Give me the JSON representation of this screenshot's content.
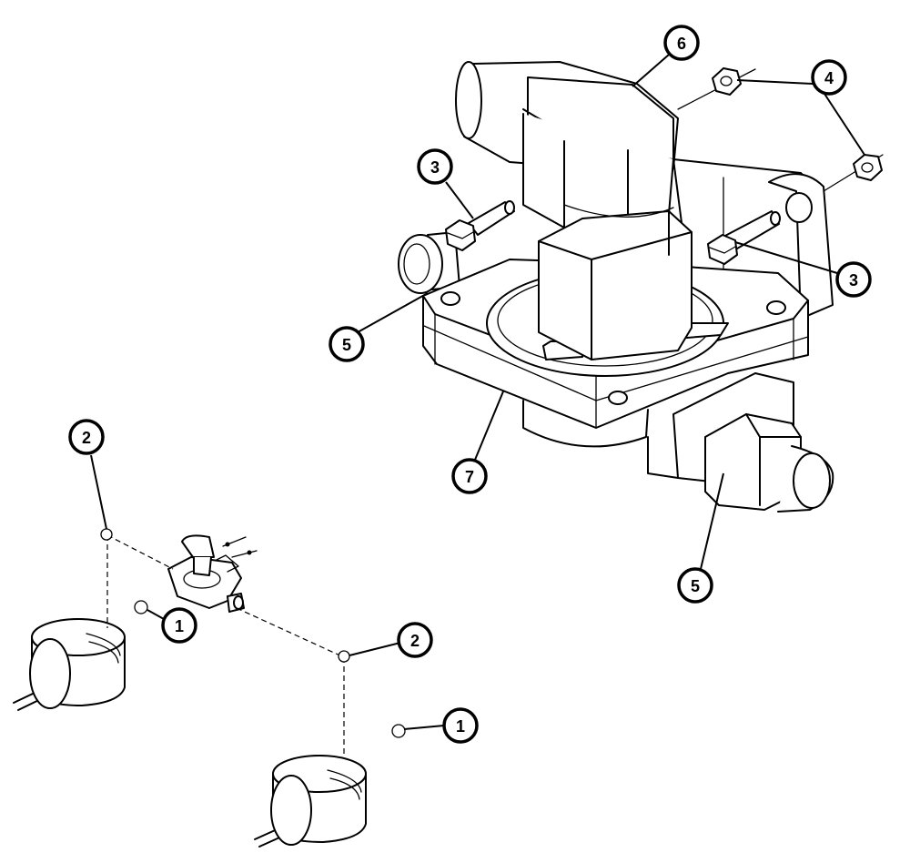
{
  "callouts": [
    {
      "id": "c1a",
      "label": "1"
    },
    {
      "id": "c1b",
      "label": "1"
    },
    {
      "id": "c2a",
      "label": "2"
    },
    {
      "id": "c2b",
      "label": "2"
    },
    {
      "id": "c3a",
      "label": "3"
    },
    {
      "id": "c3b",
      "label": "3"
    },
    {
      "id": "c4",
      "label": "4"
    },
    {
      "id": "c5a",
      "label": "5"
    },
    {
      "id": "c5b",
      "label": "5"
    },
    {
      "id": "c6",
      "label": "6"
    },
    {
      "id": "c7",
      "label": "7"
    }
  ]
}
